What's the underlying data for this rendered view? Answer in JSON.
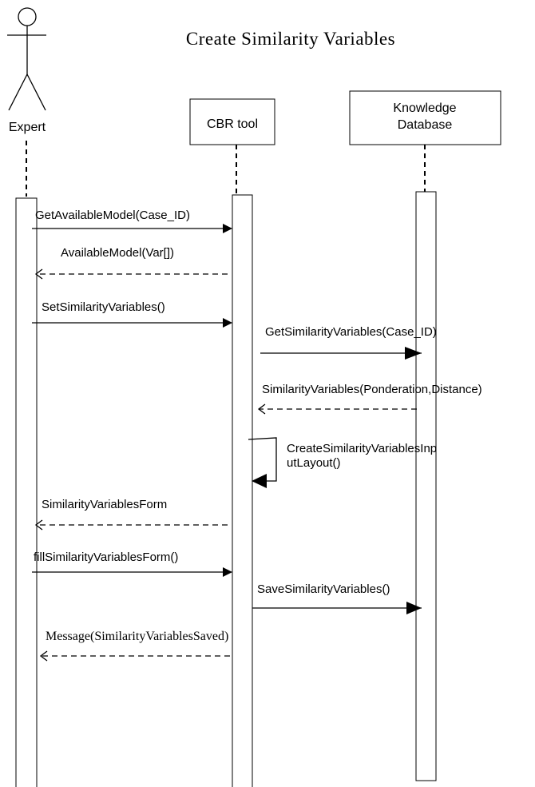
{
  "title": "Create Similarity Variables",
  "participants": {
    "expert": "Expert",
    "cbr": "CBR tool",
    "kb_line1": "Knowledge",
    "kb_line2": "Database"
  },
  "messages": {
    "m1": "GetAvailableModel(Case_ID)",
    "m2": "AvailableModel(Var[])",
    "m3": "SetSimilarityVariables()",
    "m4": "GetSimilarityVariables(Case_ID)",
    "m5": "SimilarityVariables(Ponderation,Distance)",
    "m6_line1": "CreateSimilarityVariablesInp",
    "m6_line2": "utLayout()",
    "m7": "SimilarityVariablesForm",
    "m8": "fillSimilarityVariablesForm()",
    "m9": "SaveSimilarityVariables()",
    "m10": "Message(SimilarityVariablesSaved)"
  }
}
